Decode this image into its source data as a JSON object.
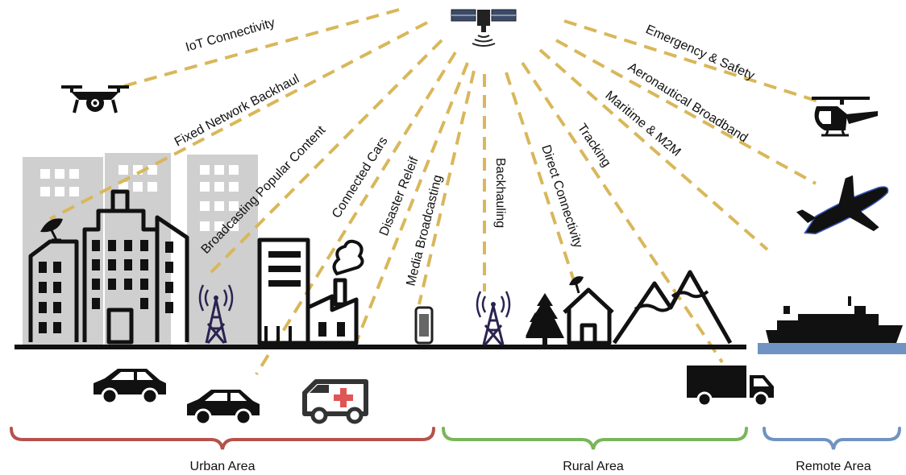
{
  "beams": [
    {
      "label": "IoT Connectivity"
    },
    {
      "label": "Fixed Network Backhaul"
    },
    {
      "label": "Broadcasting Popular Content"
    },
    {
      "label": "Connected Cars"
    },
    {
      "label": "Disaster Releif"
    },
    {
      "label": "Media Broadcasting"
    },
    {
      "label": "Backhauling"
    },
    {
      "label": "Direct Connectivity"
    },
    {
      "label": "Tracking"
    },
    {
      "label": "Maritime & M2M"
    },
    {
      "label": "Aeronautical Broadband"
    },
    {
      "label": "Emergency & Safety"
    }
  ],
  "areas": [
    {
      "label": "Urban Area",
      "color": "#b5524c"
    },
    {
      "label": "Rural Area",
      "color": "#79b65a"
    },
    {
      "label": "Remote Area",
      "color": "#6f93c2"
    }
  ],
  "colors": {
    "beam": "#d9b75a",
    "water": "#6f93c2",
    "ambulance_cross": "#e05555"
  },
  "icons": [
    "satellite-icon",
    "drone-icon",
    "helicopter-icon",
    "airplane-icon",
    "ship-icon",
    "truck-icon",
    "ambulance-icon",
    "car-icon",
    "factory-icon",
    "cell-tower-icon",
    "smartphone-icon",
    "house-icon",
    "trees-icon",
    "mountains-icon",
    "satellite-dish-icon"
  ]
}
